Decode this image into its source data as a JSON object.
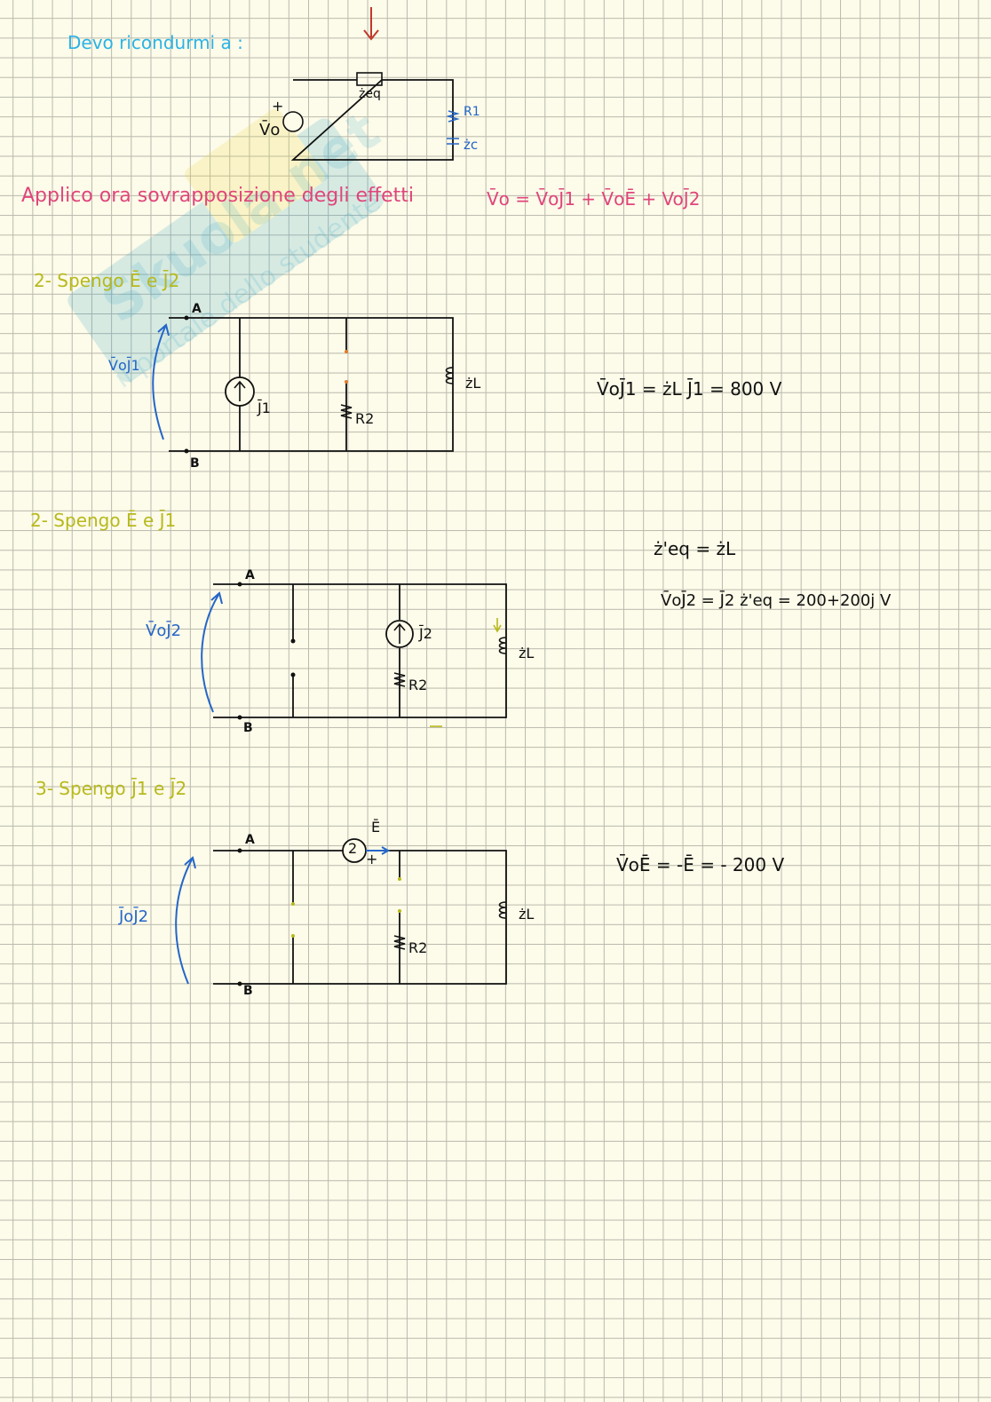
{
  "header": {
    "intro": "Devo ricondurmi a :",
    "superposition": "Applico ora sovrapposizione degli effetti",
    "superposition_eq": "V̄o = V̄oJ̄1 + V̄oĒ + VoJ̄2"
  },
  "watermark": {
    "brand": "Skuola.net",
    "tagline": "il portale dello studente"
  },
  "equivalent_circuit": {
    "source": "V̄o",
    "plus": "+",
    "zeq": "żeq",
    "r1": "R1",
    "zc": "żc"
  },
  "step1": {
    "title": "2- Spengo Ē e J̄2",
    "vo_label": "V̄oJ̄1",
    "node_a": "A",
    "node_b": "B",
    "source": "J̄1",
    "resistor": "R2",
    "inductor": "żL",
    "equation": "V̄oJ̄1 = żL J̄1 = 800 V"
  },
  "step2": {
    "title": "2- Spengo Ē e J̄1",
    "vo_label": "V̄oJ̄2",
    "node_a": "A",
    "node_b": "B",
    "source": "J̄2",
    "resistor": "R2",
    "inductor": "żL",
    "eq1": "ż'eq = żL",
    "eq2": "V̄oJ̄2 = J̄2 ż'eq = 200+200j V"
  },
  "step3": {
    "title": "3- Spengo J̄1 e J̄2",
    "vo_label": "J̄oJ̄2",
    "node_a": "A",
    "node_b": "B",
    "source": "Ē",
    "source_plus": "+",
    "resistor": "R2",
    "inductor": "żL",
    "equation": "V̄oĒ = -Ē = - 200 V"
  },
  "colors": {
    "cyan": "#2bb3e6",
    "pink": "#e0457b",
    "olive": "#b7b91c",
    "blue": "#2466c8",
    "red": "#c0392b"
  }
}
